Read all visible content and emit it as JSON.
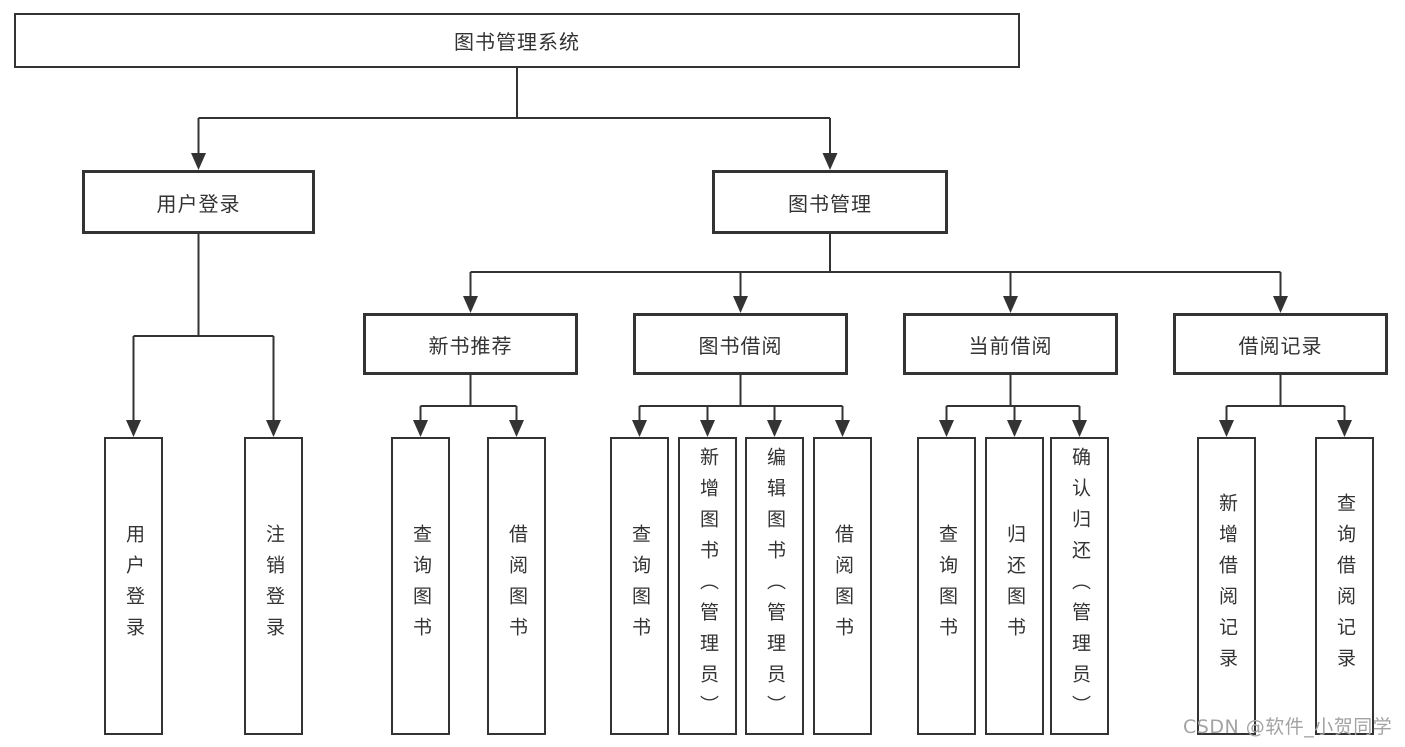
{
  "diagram": {
    "root": {
      "label": "图书管理系统"
    },
    "branches": {
      "user_login": {
        "label": "用户登录",
        "children": {
          "login": "用户登录",
          "logout": "注销登录"
        }
      },
      "book_management": {
        "label": "图书管理",
        "children": {
          "new_book_recommend": {
            "label": "新书推荐",
            "children": {
              "query_book": "查询图书",
              "borrow_book": "借阅图书"
            }
          },
          "book_borrow": {
            "label": "图书借阅",
            "children": {
              "query_book": "查询图书",
              "add_book": "新增图书（管理员）",
              "edit_book": "编辑图书（管理员）",
              "borrow_book": "借阅图书"
            }
          },
          "current_borrow": {
            "label": "当前借阅",
            "children": {
              "query_book": "查询图书",
              "return_book": "归还图书",
              "confirm_return": "确认归还（管理员）"
            }
          },
          "borrow_record": {
            "label": "借阅记录",
            "children": {
              "add_record": "新增借阅记录",
              "query_record": "查询借阅记录"
            }
          }
        }
      }
    }
  },
  "watermark": "CSDN @软件_小贺同学",
  "colors": {
    "line": "#333333",
    "border": "#333333",
    "text": "#333333",
    "watermark_text": "#a3a3a3",
    "background": "#ffffff"
  }
}
